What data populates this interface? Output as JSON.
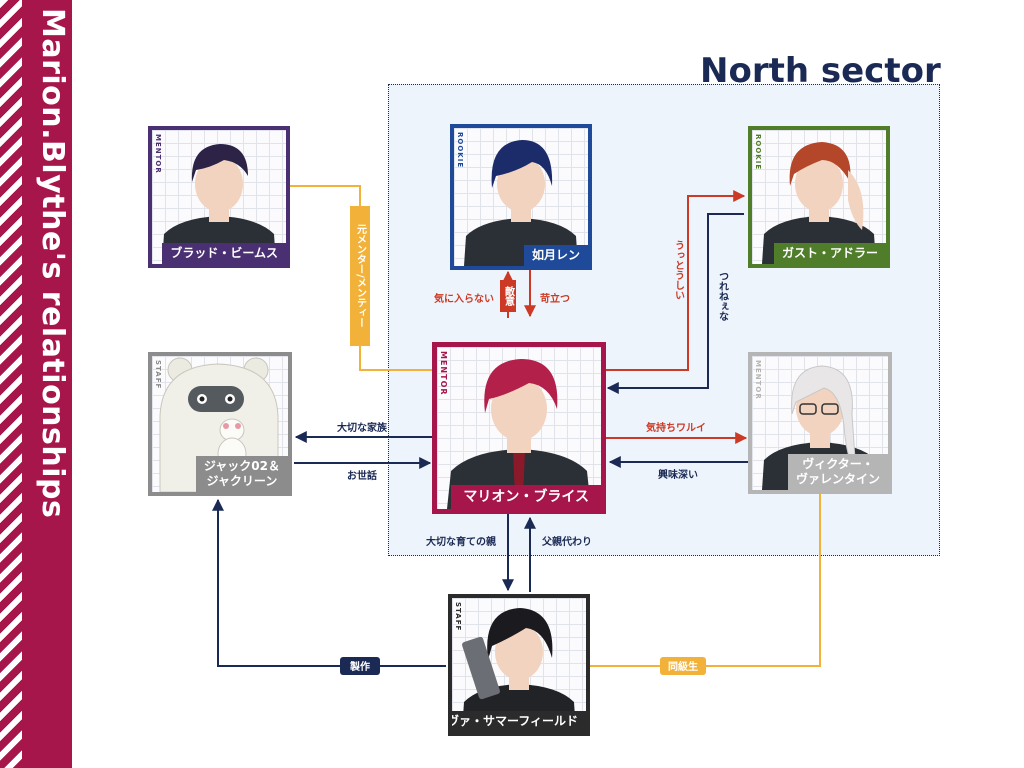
{
  "page": {
    "title": "Marion.Blythe's relationships",
    "sector_title": "North sector"
  },
  "characters": {
    "brad": {
      "name": "ブラッド・ビームス",
      "role": "MENTOR"
    },
    "ren": {
      "name": "如月レン",
      "role": "ROOKIE"
    },
    "gast": {
      "name": "ガスト・アドラー",
      "role": "ROOKIE"
    },
    "jack": {
      "name": "ジャック02＆",
      "name2": "ジャクリーン",
      "role": "STAFF"
    },
    "marion": {
      "name": "マリオン・ブライス",
      "role": "MENTOR"
    },
    "viktor": {
      "name": "ヴィクター・",
      "name2": "ヴァレンタイン",
      "role": "MENTOR"
    },
    "nova": {
      "name": "ノヴァ・サマーフィールド",
      "role": "STAFF"
    }
  },
  "relations": {
    "brad_marion": "元メンター/メンティー",
    "ren_to_marion": "気に入らない",
    "ren_marion_tag": "敵意",
    "marion_to_ren": "苛立つ",
    "marion_to_gast": "うっとうしい",
    "gast_to_marion": "つれねぇな",
    "marion_to_jack": "大切な家族",
    "jack_to_marion": "お世話",
    "marion_to_viktor": "気持ちワルイ",
    "viktor_to_marion": "興味深い",
    "marion_to_nova": "大切な育ての親",
    "nova_to_marion": "父親代わり",
    "nova_to_jack": "製作",
    "nova_viktor": "同級生"
  },
  "colors": {
    "sidebar": "#a6164a",
    "navy": "#1b2a55",
    "red": "#cc3a25",
    "yellow": "#f2b23a",
    "mentor_purple": "#4a2f73",
    "rookie_blue": "#1f4a9a",
    "rookie_green": "#4f7d2a",
    "staff_gray": "#8c8c8c",
    "marion_crimson": "#a6164a",
    "viktor_gray": "#b5b5b5",
    "nova_dark": "#2b2b2b"
  }
}
